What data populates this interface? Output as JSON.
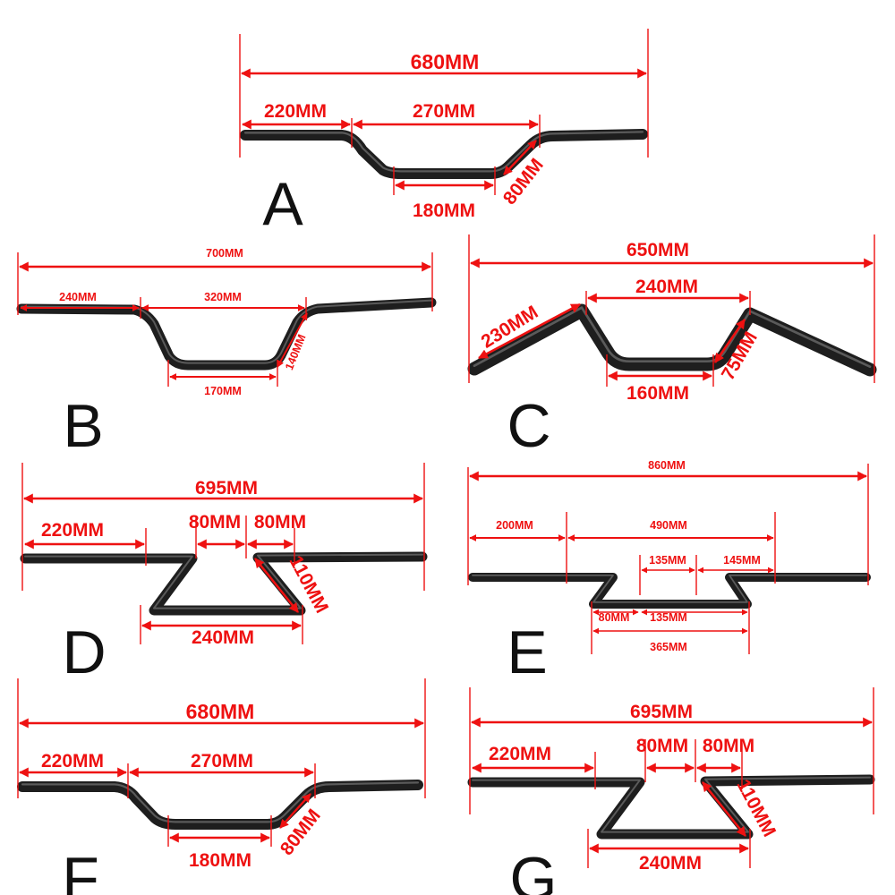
{
  "colors": {
    "dimension": "#ee1111",
    "bar": "#1e1e1e",
    "letter": "#111111"
  },
  "panels": [
    {
      "id": "A",
      "letter": "A",
      "labels": {
        "overall": "680MM",
        "left_grip": "220MM",
        "upper_width": "270MM",
        "bottom": "180MM",
        "rise": "80MM"
      }
    },
    {
      "id": "B",
      "letter": "B",
      "labels": {
        "overall": "700MM",
        "left_grip": "240MM",
        "upper_width": "320MM",
        "bottom": "170MM",
        "rise": "140MM"
      }
    },
    {
      "id": "C",
      "letter": "C",
      "labels": {
        "overall": "650MM",
        "left_grip": "230MM",
        "upper_width": "240MM",
        "bottom": "160MM",
        "rise": "75MM"
      }
    },
    {
      "id": "D",
      "letter": "D",
      "labels": {
        "overall": "695MM",
        "left_grip": "220MM",
        "gap_left": "80MM",
        "gap_right": "80MM",
        "bottom": "240MM",
        "rise": "110MM"
      }
    },
    {
      "id": "E",
      "letter": "E",
      "labels": {
        "overall": "860MM",
        "left_grip": "200MM",
        "upper_width": "490MM",
        "inner_top": "135MM",
        "right_seg": "145MM",
        "left_seg": "80MM",
        "bottom_inner": "135MM",
        "bottom": "365MM"
      }
    },
    {
      "id": "F",
      "letter": "F",
      "labels": {
        "overall": "680MM",
        "left_grip": "220MM",
        "upper_width": "270MM",
        "bottom": "180MM",
        "rise": "80MM"
      }
    },
    {
      "id": "G",
      "letter": "G",
      "labels": {
        "overall": "695MM",
        "left_grip": "220MM",
        "gap_left": "80MM",
        "gap_right": "80MM",
        "bottom": "240MM",
        "rise": "110MM"
      }
    }
  ]
}
